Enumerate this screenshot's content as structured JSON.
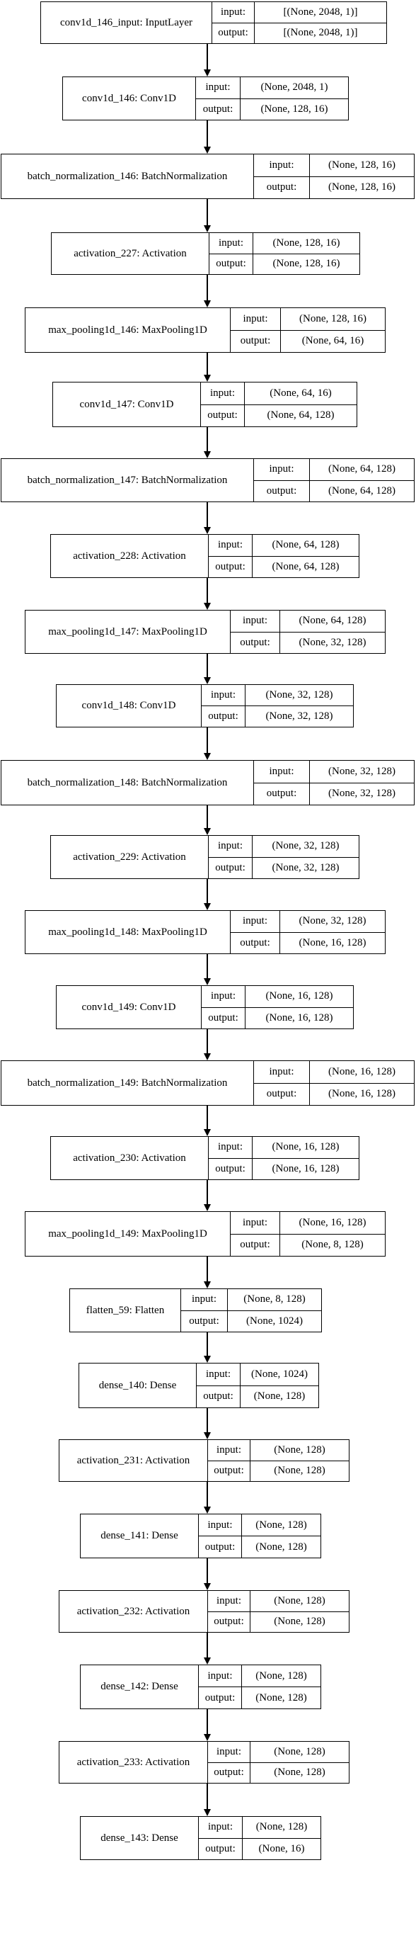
{
  "diagram": {
    "port_labels": {
      "input": "input:",
      "output": "output:"
    },
    "layers": [
      {
        "name": "conv1d_146_input: InputLayer",
        "input": "[(None, 2048, 1)]",
        "output": "[(None, 2048, 1)]"
      },
      {
        "name": "conv1d_146: Conv1D",
        "input": "(None, 2048, 1)",
        "output": "(None, 128, 16)"
      },
      {
        "name": "batch_normalization_146: BatchNormalization",
        "input": "(None, 128, 16)",
        "output": "(None, 128, 16)"
      },
      {
        "name": "activation_227: Activation",
        "input": "(None, 128, 16)",
        "output": "(None, 128, 16)"
      },
      {
        "name": "max_pooling1d_146: MaxPooling1D",
        "input": "(None, 128, 16)",
        "output": "(None, 64, 16)"
      },
      {
        "name": "conv1d_147: Conv1D",
        "input": "(None, 64, 16)",
        "output": "(None, 64, 128)"
      },
      {
        "name": "batch_normalization_147: BatchNormalization",
        "input": "(None, 64, 128)",
        "output": "(None, 64, 128)"
      },
      {
        "name": "activation_228: Activation",
        "input": "(None, 64, 128)",
        "output": "(None, 64, 128)"
      },
      {
        "name": "max_pooling1d_147: MaxPooling1D",
        "input": "(None, 64, 128)",
        "output": "(None, 32, 128)"
      },
      {
        "name": "conv1d_148: Conv1D",
        "input": "(None, 32, 128)",
        "output": "(None, 32, 128)"
      },
      {
        "name": "batch_normalization_148: BatchNormalization",
        "input": "(None, 32, 128)",
        "output": "(None, 32, 128)"
      },
      {
        "name": "activation_229: Activation",
        "input": "(None, 32, 128)",
        "output": "(None, 32, 128)"
      },
      {
        "name": "max_pooling1d_148: MaxPooling1D",
        "input": "(None, 32, 128)",
        "output": "(None, 16, 128)"
      },
      {
        "name": "conv1d_149: Conv1D",
        "input": "(None, 16, 128)",
        "output": "(None, 16, 128)"
      },
      {
        "name": "batch_normalization_149: BatchNormalization",
        "input": "(None, 16, 128)",
        "output": "(None, 16, 128)"
      },
      {
        "name": "activation_230: Activation",
        "input": "(None, 16, 128)",
        "output": "(None, 16, 128)"
      },
      {
        "name": "max_pooling1d_149: MaxPooling1D",
        "input": "(None, 16, 128)",
        "output": "(None, 8, 128)"
      },
      {
        "name": "flatten_59: Flatten",
        "input": "(None, 8, 128)",
        "output": "(None, 1024)"
      },
      {
        "name": "dense_140: Dense",
        "input": "(None, 1024)",
        "output": "(None, 128)"
      },
      {
        "name": "activation_231: Activation",
        "input": "(None, 128)",
        "output": "(None, 128)"
      },
      {
        "name": "dense_141: Dense",
        "input": "(None, 128)",
        "output": "(None, 128)"
      },
      {
        "name": "activation_232: Activation",
        "input": "(None, 128)",
        "output": "(None, 128)"
      },
      {
        "name": "dense_142: Dense",
        "input": "(None, 128)",
        "output": "(None, 128)"
      },
      {
        "name": "activation_233: Activation",
        "input": "(None, 128)",
        "output": "(None, 128)"
      },
      {
        "name": "dense_143: Dense",
        "input": "(None, 128)",
        "output": "(None, 16)"
      }
    ]
  }
}
